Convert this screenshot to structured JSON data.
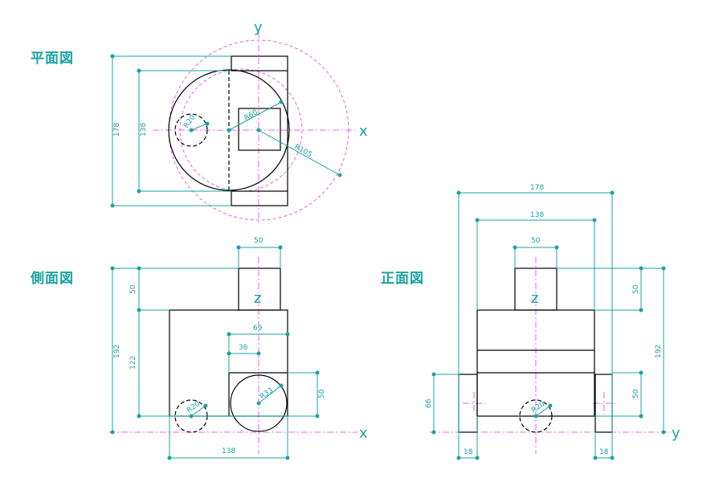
{
  "views": {
    "plan": "平面図",
    "side": "側面図",
    "front": "正面図"
  },
  "axes": {
    "x": "x",
    "y": "y",
    "z": "z"
  },
  "plan": {
    "dim_178": "178",
    "dim_138": "138",
    "radius_60": "R60",
    "radius_105": "R105",
    "radius_20": "R20"
  },
  "side": {
    "dim_50_top": "50",
    "dim_50_left": "50",
    "dim_192": "192",
    "dim_122": "122",
    "dim_69": "69",
    "dim_36": "36",
    "dim_50_right": "50",
    "dim_138": "138",
    "radius_33": "R33",
    "radius_20": "R20"
  },
  "front": {
    "dim_178": "178",
    "dim_138": "138",
    "dim_50_top": "50",
    "dim_50_right": "50",
    "dim_192": "192",
    "dim_66": "66",
    "dim_50_lower": "50",
    "dim_18_left": "18",
    "dim_18_right": "18",
    "radius_20": "R20"
  }
}
